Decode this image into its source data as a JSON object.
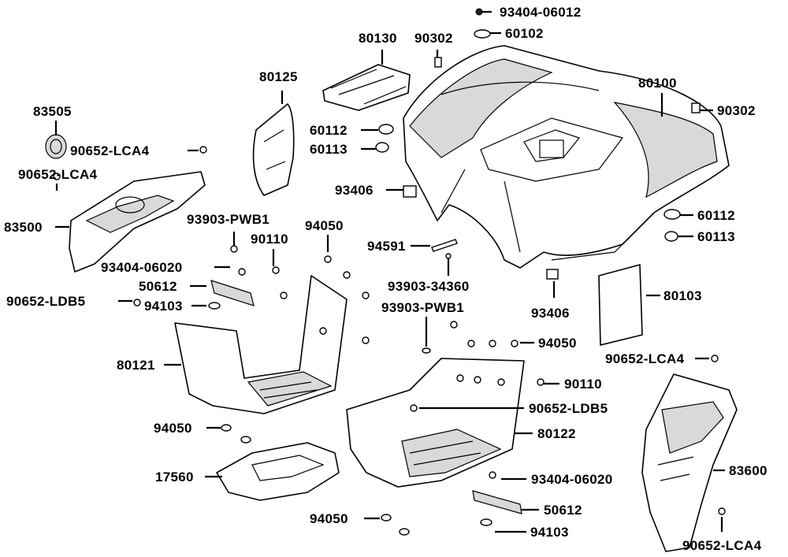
{
  "labels": {
    "p_93404_06012": "93404-06012",
    "p_60102": "60102",
    "p_80130": "80130",
    "p_90302_top": "90302",
    "p_80125": "80125",
    "p_80100": "80100",
    "p_90302_right": "90302",
    "p_83505": "83505",
    "p_90652_lca4_a": "90652-LCA4",
    "p_90652_lca4_b": "90652-LCA4",
    "p_60112_a": "60112",
    "p_60113_a": "60113",
    "p_93406_a": "93406",
    "p_60112_b": "60112",
    "p_60113_b": "60113",
    "p_83500": "83500",
    "p_93903_pwb1_a": "93903-PWB1",
    "p_90110_a": "90110",
    "p_94050_a": "94050",
    "p_94591": "94591",
    "p_93404_06020_a": "93404-06020",
    "p_50612_a": "50612",
    "p_93903_34360": "93903-34360",
    "p_80103": "80103",
    "p_90652_ldb5_a": "90652-LDB5",
    "p_94103_a": "94103",
    "p_93406_b": "93406",
    "p_93903_pwb1_b": "93903-PWB1",
    "p_94050_b": "94050",
    "p_80121": "80121",
    "p_90652_lca4_c": "90652-LCA4",
    "p_90110_b": "90110",
    "p_90652_ldb5_b": "90652-LDB5",
    "p_94050_c": "94050",
    "p_80122": "80122",
    "p_17560": "17560",
    "p_83600": "83600",
    "p_93404_06020_b": "93404-06020",
    "p_50612_b": "50612",
    "p_94050_d": "94050",
    "p_94103_b": "94103",
    "p_90652_lca4_d": "90652-LCA4"
  },
  "colors": {
    "line": "#000000",
    "fill": "#ffffff",
    "shade": "#d9d9d9"
  }
}
